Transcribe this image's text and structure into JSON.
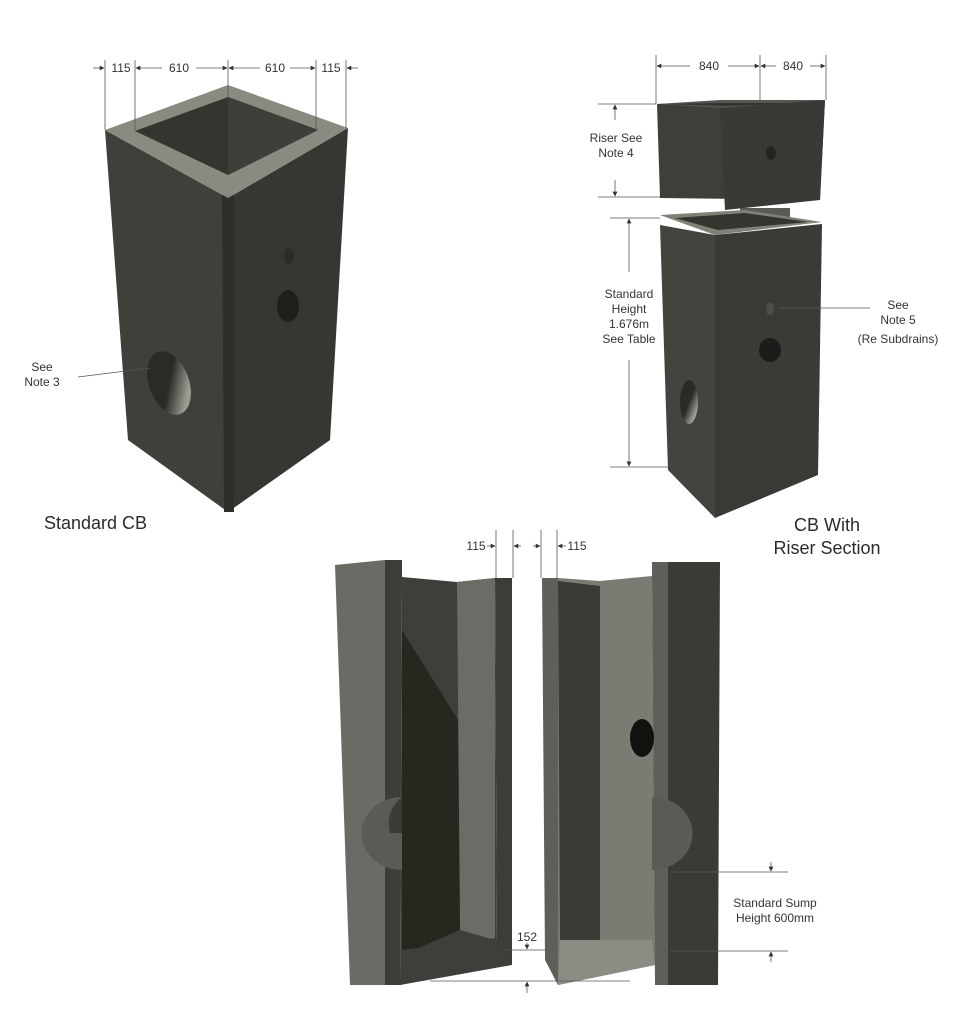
{
  "diagram": {
    "standard_cb": {
      "caption": "Standard CB",
      "dims_top": [
        "115",
        "610",
        "610",
        "115"
      ],
      "note": "See Note 3",
      "note_line1": "See",
      "note_line2": "Note 3"
    },
    "riser_cb": {
      "caption_line1": "CB With",
      "caption_line2": "Riser Section",
      "dims_top": [
        "840",
        "840"
      ],
      "riser_note_line1": "Riser See",
      "riser_note_line2": "Note 4",
      "height_line1": "Standard",
      "height_line2": "Height",
      "height_line3": "1.676m",
      "height_line4": "See Table",
      "note5_line1": "See",
      "note5_line2": "Note 5",
      "note5_line3": "(Re Subdrains)"
    },
    "section": {
      "dim_left": "115",
      "dim_right": "115",
      "floor_dim": "152",
      "sump_line1": "Standard Sump",
      "sump_line2": "Height 600mm"
    },
    "colors": {
      "face_dark": "#3a3b36",
      "face_mid": "#45463f",
      "rim": "#8a8b80",
      "section_light": "#6c6d66",
      "section_inner": "#80827a",
      "hole": "#1e1f1c",
      "dim_line": "#555555"
    }
  }
}
